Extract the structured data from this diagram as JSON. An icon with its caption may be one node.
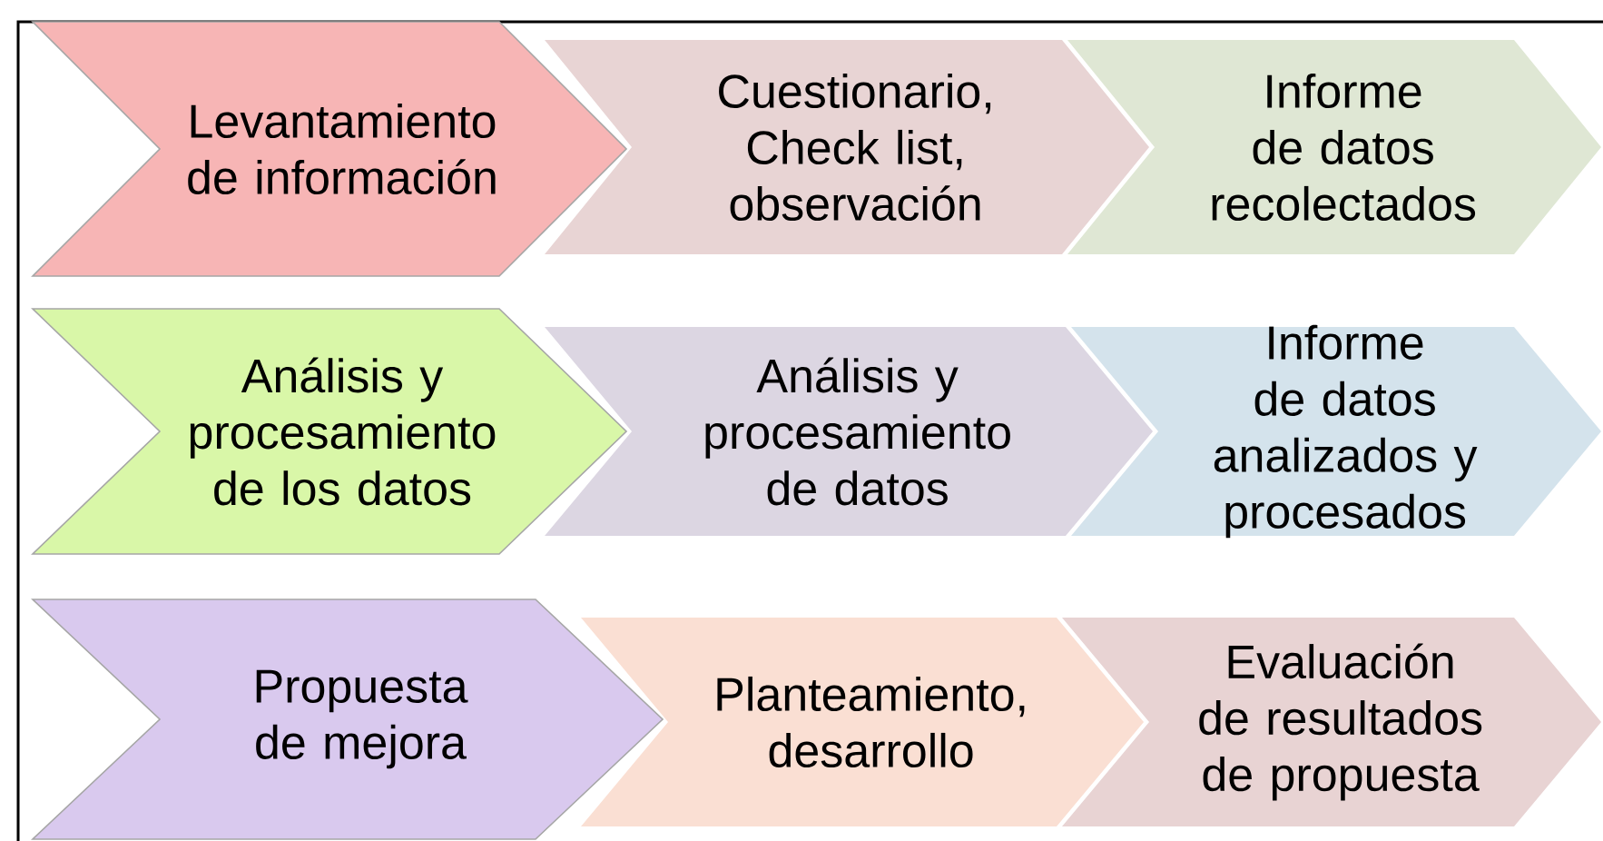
{
  "diagram": {
    "nodes": [
      {
        "text": [
          "Levantamiento de información"
        ]
      },
      {
        "text": [
          "Cuestionario, Check list, observación"
        ]
      },
      {
        "text": [
          "Informe de datos recolectados"
        ]
      },
      {
        "text": [
          "Análisis y procesamiento de los datos"
        ]
      },
      {
        "text": [
          "Análisis y procesamiento de datos"
        ]
      },
      {
        "text": [
          "Informe de datos analizados y procesados"
        ]
      },
      {
        "text": [
          "Propuesta de mejora"
        ]
      },
      {
        "text": [
          "Planteamiento, desarrollo"
        ]
      },
      {
        "text": [
          "Evaluación de resultados de propuesta"
        ]
      }
    ]
  }
}
